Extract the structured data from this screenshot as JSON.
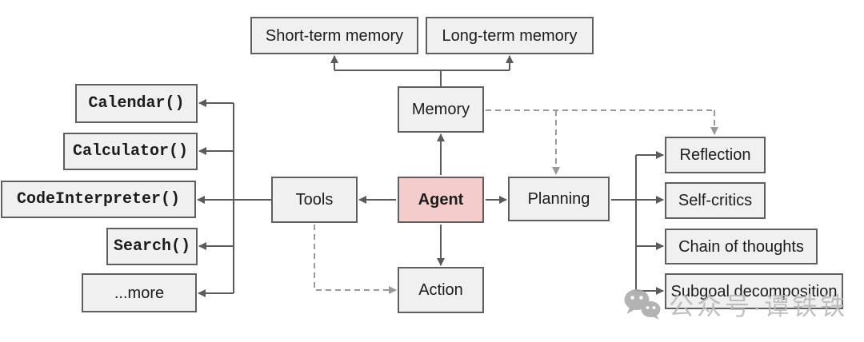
{
  "nodes": {
    "short_term_memory": {
      "label": "Short-term memory"
    },
    "long_term_memory": {
      "label": "Long-term memory"
    },
    "memory": {
      "label": "Memory"
    },
    "agent": {
      "label": "Agent"
    },
    "tools": {
      "label": "Tools"
    },
    "action": {
      "label": "Action"
    },
    "planning": {
      "label": "Planning"
    },
    "calendar": {
      "label": "Calendar()"
    },
    "calculator": {
      "label": "Calculator()"
    },
    "code_interpreter": {
      "label": "CodeInterpreter()"
    },
    "search": {
      "label": "Search()"
    },
    "more": {
      "label": "...more"
    },
    "reflection": {
      "label": "Reflection"
    },
    "self_critics": {
      "label": "Self-critics"
    },
    "chain_of_thoughts": {
      "label": "Chain of thoughts"
    },
    "subgoal_decomposition": {
      "label": "Subgoal decomposition"
    }
  },
  "edges": [
    {
      "from": "memory",
      "to": "short_term_memory",
      "style": "solid"
    },
    {
      "from": "memory",
      "to": "long_term_memory",
      "style": "solid"
    },
    {
      "from": "agent",
      "to": "memory",
      "style": "solid"
    },
    {
      "from": "agent",
      "to": "tools",
      "style": "solid"
    },
    {
      "from": "agent",
      "to": "planning",
      "style": "solid"
    },
    {
      "from": "agent",
      "to": "action",
      "style": "solid"
    },
    {
      "from": "tools",
      "to": "calendar",
      "style": "solid"
    },
    {
      "from": "tools",
      "to": "calculator",
      "style": "solid"
    },
    {
      "from": "tools",
      "to": "code_interpreter",
      "style": "solid"
    },
    {
      "from": "tools",
      "to": "search",
      "style": "solid"
    },
    {
      "from": "tools",
      "to": "more",
      "style": "solid"
    },
    {
      "from": "planning",
      "to": "reflection",
      "style": "solid"
    },
    {
      "from": "planning",
      "to": "self_critics",
      "style": "solid"
    },
    {
      "from": "planning",
      "to": "chain_of_thoughts",
      "style": "solid"
    },
    {
      "from": "planning",
      "to": "subgoal_decomposition",
      "style": "solid"
    },
    {
      "from": "memory",
      "to": "planning",
      "style": "dashed"
    },
    {
      "from": "memory",
      "to": "reflection",
      "style": "dashed"
    },
    {
      "from": "tools",
      "to": "action",
      "style": "dashed"
    }
  ],
  "colors": {
    "box_fill": "#f0f0f0",
    "box_border": "#5f5f5f",
    "agent_fill": "#f4cccc",
    "solid_line": "#5b5b5b",
    "dashed_line": "#999999",
    "text": "#1c1c1c",
    "watermark": "#b9b9b9"
  },
  "watermark": {
    "text": "公众号·谭铁铁"
  }
}
